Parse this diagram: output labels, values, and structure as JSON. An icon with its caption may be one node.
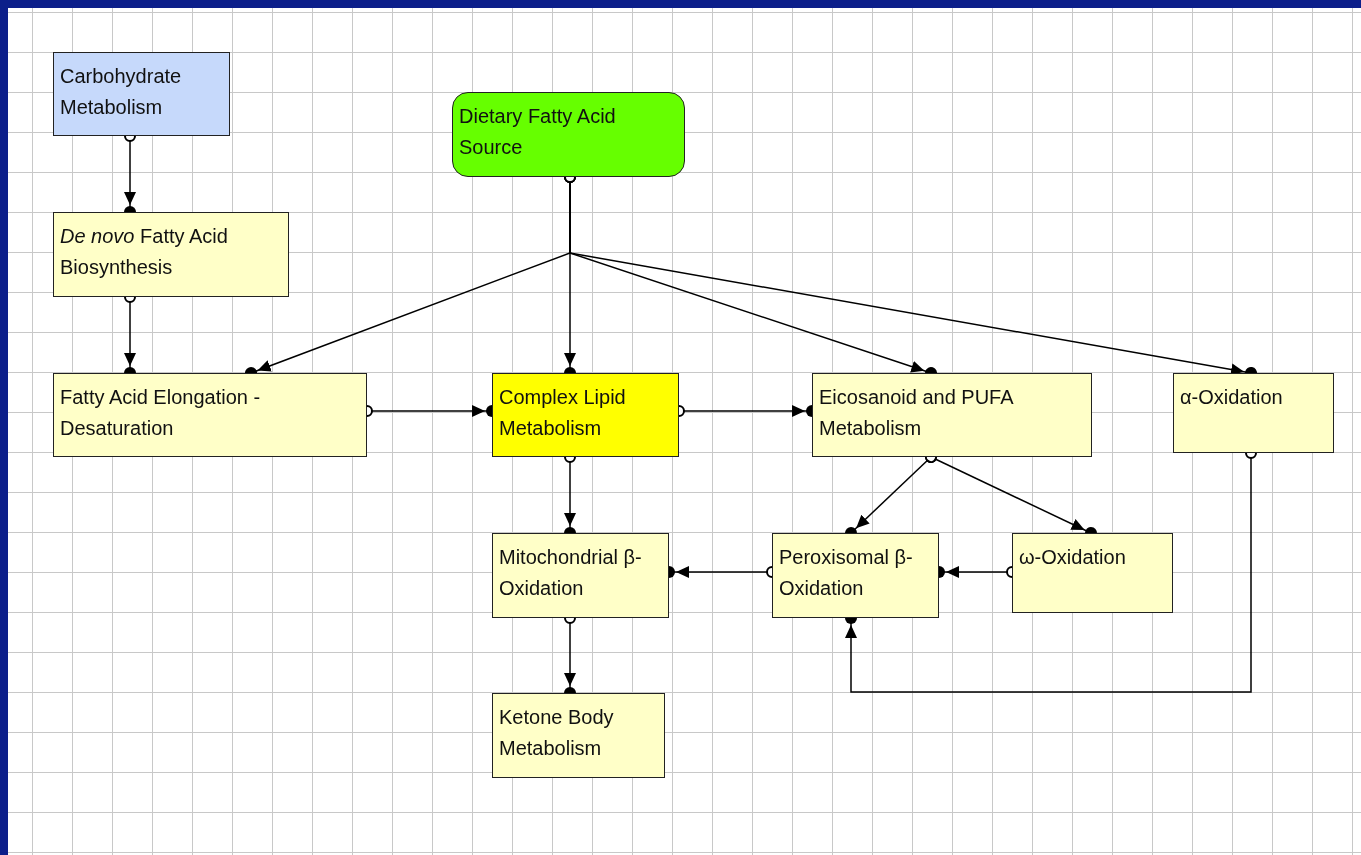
{
  "diagram": {
    "nodes": [
      {
        "text": [
          "Carbohydrate Metabolism"
        ]
      },
      {
        "text": [
          "*De novo* Fatty Acid Biosynthesis"
        ]
      },
      {
        "text": [
          "Dietary Fatty Acid Source"
        ]
      },
      {
        "text": [
          "Fatty Acid Elongation - Desaturation"
        ]
      },
      {
        "text": [
          "Complex Lipid Metabolism"
        ]
      },
      {
        "text": [
          "Eicosanoid and PUFA Metabolism"
        ]
      },
      {
        "text": [
          "α-Oxidation"
        ]
      },
      {
        "text": [
          "Mitochondrial β-Oxidation"
        ]
      },
      {
        "text": [
          "Peroxisomal β-Oxidation"
        ]
      },
      {
        "text": [
          "ω-Oxidation"
        ]
      },
      {
        "text": [
          "Ketone Body Metabolism"
        ]
      }
    ],
    "edges": [
      {
        "from": 0,
        "to": 1,
        "arrow": "to"
      },
      {
        "from": 1,
        "to": 3,
        "arrow": "to"
      },
      {
        "from": 2,
        "to": 3,
        "arrow": "to"
      },
      {
        "from": 2,
        "to": 4,
        "arrow": "to"
      },
      {
        "from": 2,
        "to": 5,
        "arrow": "to"
      },
      {
        "from": 2,
        "to": 6,
        "arrow": "to"
      },
      {
        "from": 3,
        "to": 4,
        "arrow": "to"
      },
      {
        "from": 4,
        "to": 5,
        "arrow": "to"
      },
      {
        "from": 4,
        "to": 7,
        "arrow": "to"
      },
      {
        "from": 5,
        "to": 8,
        "arrow": "to"
      },
      {
        "from": 5,
        "to": 9,
        "arrow": "to"
      },
      {
        "from": 9,
        "to": 8,
        "arrow": "to"
      },
      {
        "from": 8,
        "to": 7,
        "arrow": "to"
      },
      {
        "from": 7,
        "to": 10,
        "arrow": "to"
      },
      {
        "from": 6,
        "to": 8,
        "arrow": "to"
      }
    ]
  }
}
